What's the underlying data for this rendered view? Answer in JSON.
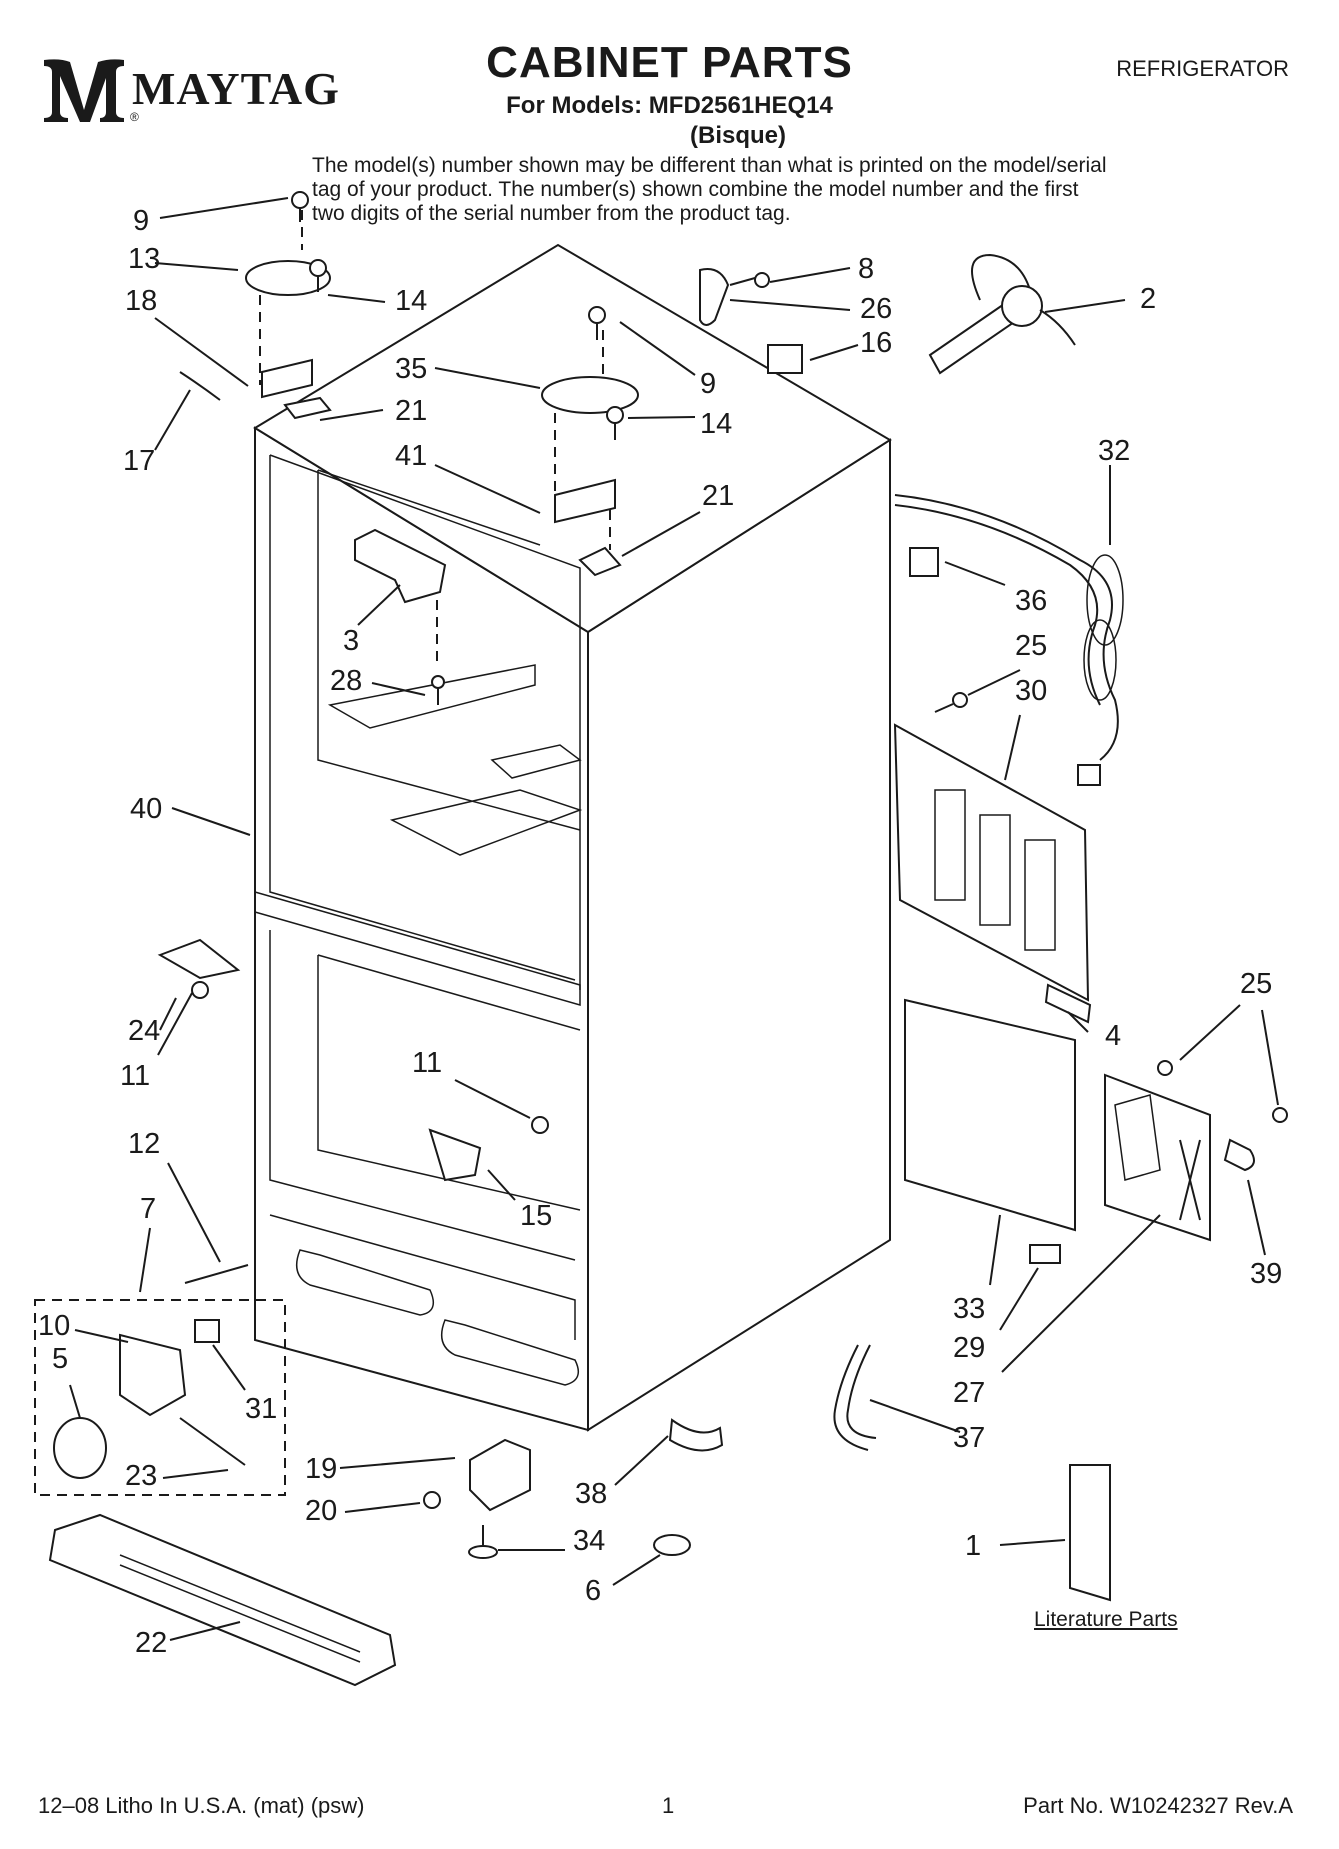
{
  "header": {
    "brand": "MAYTAG",
    "brand_mark": "®",
    "title": "CABINET PARTS",
    "subtitle": "For Models: MFD2561HEQ14",
    "variant": "(Bisque)",
    "category": "REFRIGERATOR",
    "disclaimer": "The model(s) number shown may be different than what is printed on the model/serial tag of your product. The number(s) shown combine the model number and the first two digits of the serial number from the product tag."
  },
  "literature_label": "Literature Parts",
  "callouts": [
    "9",
    "13",
    "18",
    "17",
    "14",
    "21",
    "35",
    "9",
    "14",
    "41",
    "21",
    "3",
    "28",
    "40",
    "24",
    "11",
    "11",
    "15",
    "12",
    "7",
    "10",
    "5",
    "31",
    "23",
    "19",
    "20",
    "22",
    "38",
    "34",
    "6",
    "8",
    "26",
    "16",
    "2",
    "32",
    "36",
    "25",
    "30",
    "4",
    "25",
    "33",
    "29",
    "27",
    "37",
    "39",
    "1"
  ],
  "footer": {
    "left": "12–08 Litho In U.S.A. (mat) (psw)",
    "page": "1",
    "right": "Part No. W10242327 Rev.A"
  },
  "colors": {
    "ink": "#1a1a1a",
    "background": "#ffffff"
  }
}
